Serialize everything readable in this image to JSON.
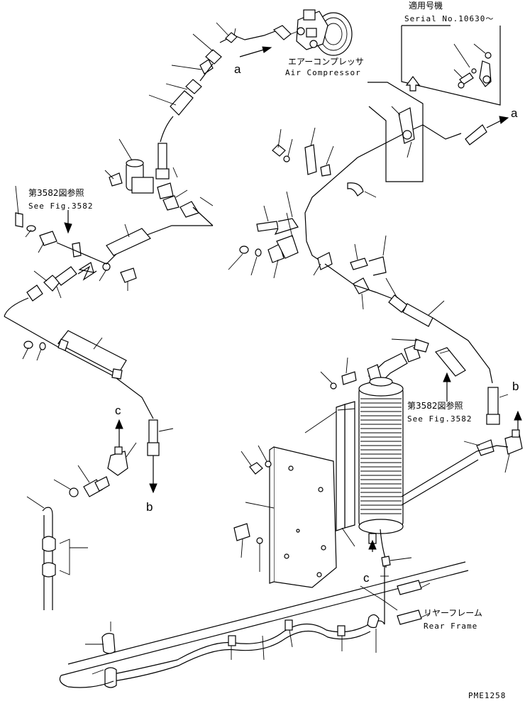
{
  "labels": {
    "serial_header_jp": "適用号機",
    "serial_number": "Serial No.10630～",
    "air_compressor_jp": "エアーコンプレッサ",
    "air_compressor_en": "Air Compressor",
    "see_fig_left_jp": "第3582図参照",
    "see_fig_left_en": "See Fig.3582",
    "see_fig_right_jp": "第3582図参照",
    "see_fig_right_en": "See Fig.3582",
    "rear_frame_jp": "リヤーフレーム",
    "rear_frame_en": "Rear Frame",
    "drawing_id": "PME1258"
  },
  "connectors": {
    "a_left": "a",
    "a_right": "a",
    "b_left": "b",
    "b_right": "b",
    "c_left": "c",
    "c_right": "c"
  }
}
